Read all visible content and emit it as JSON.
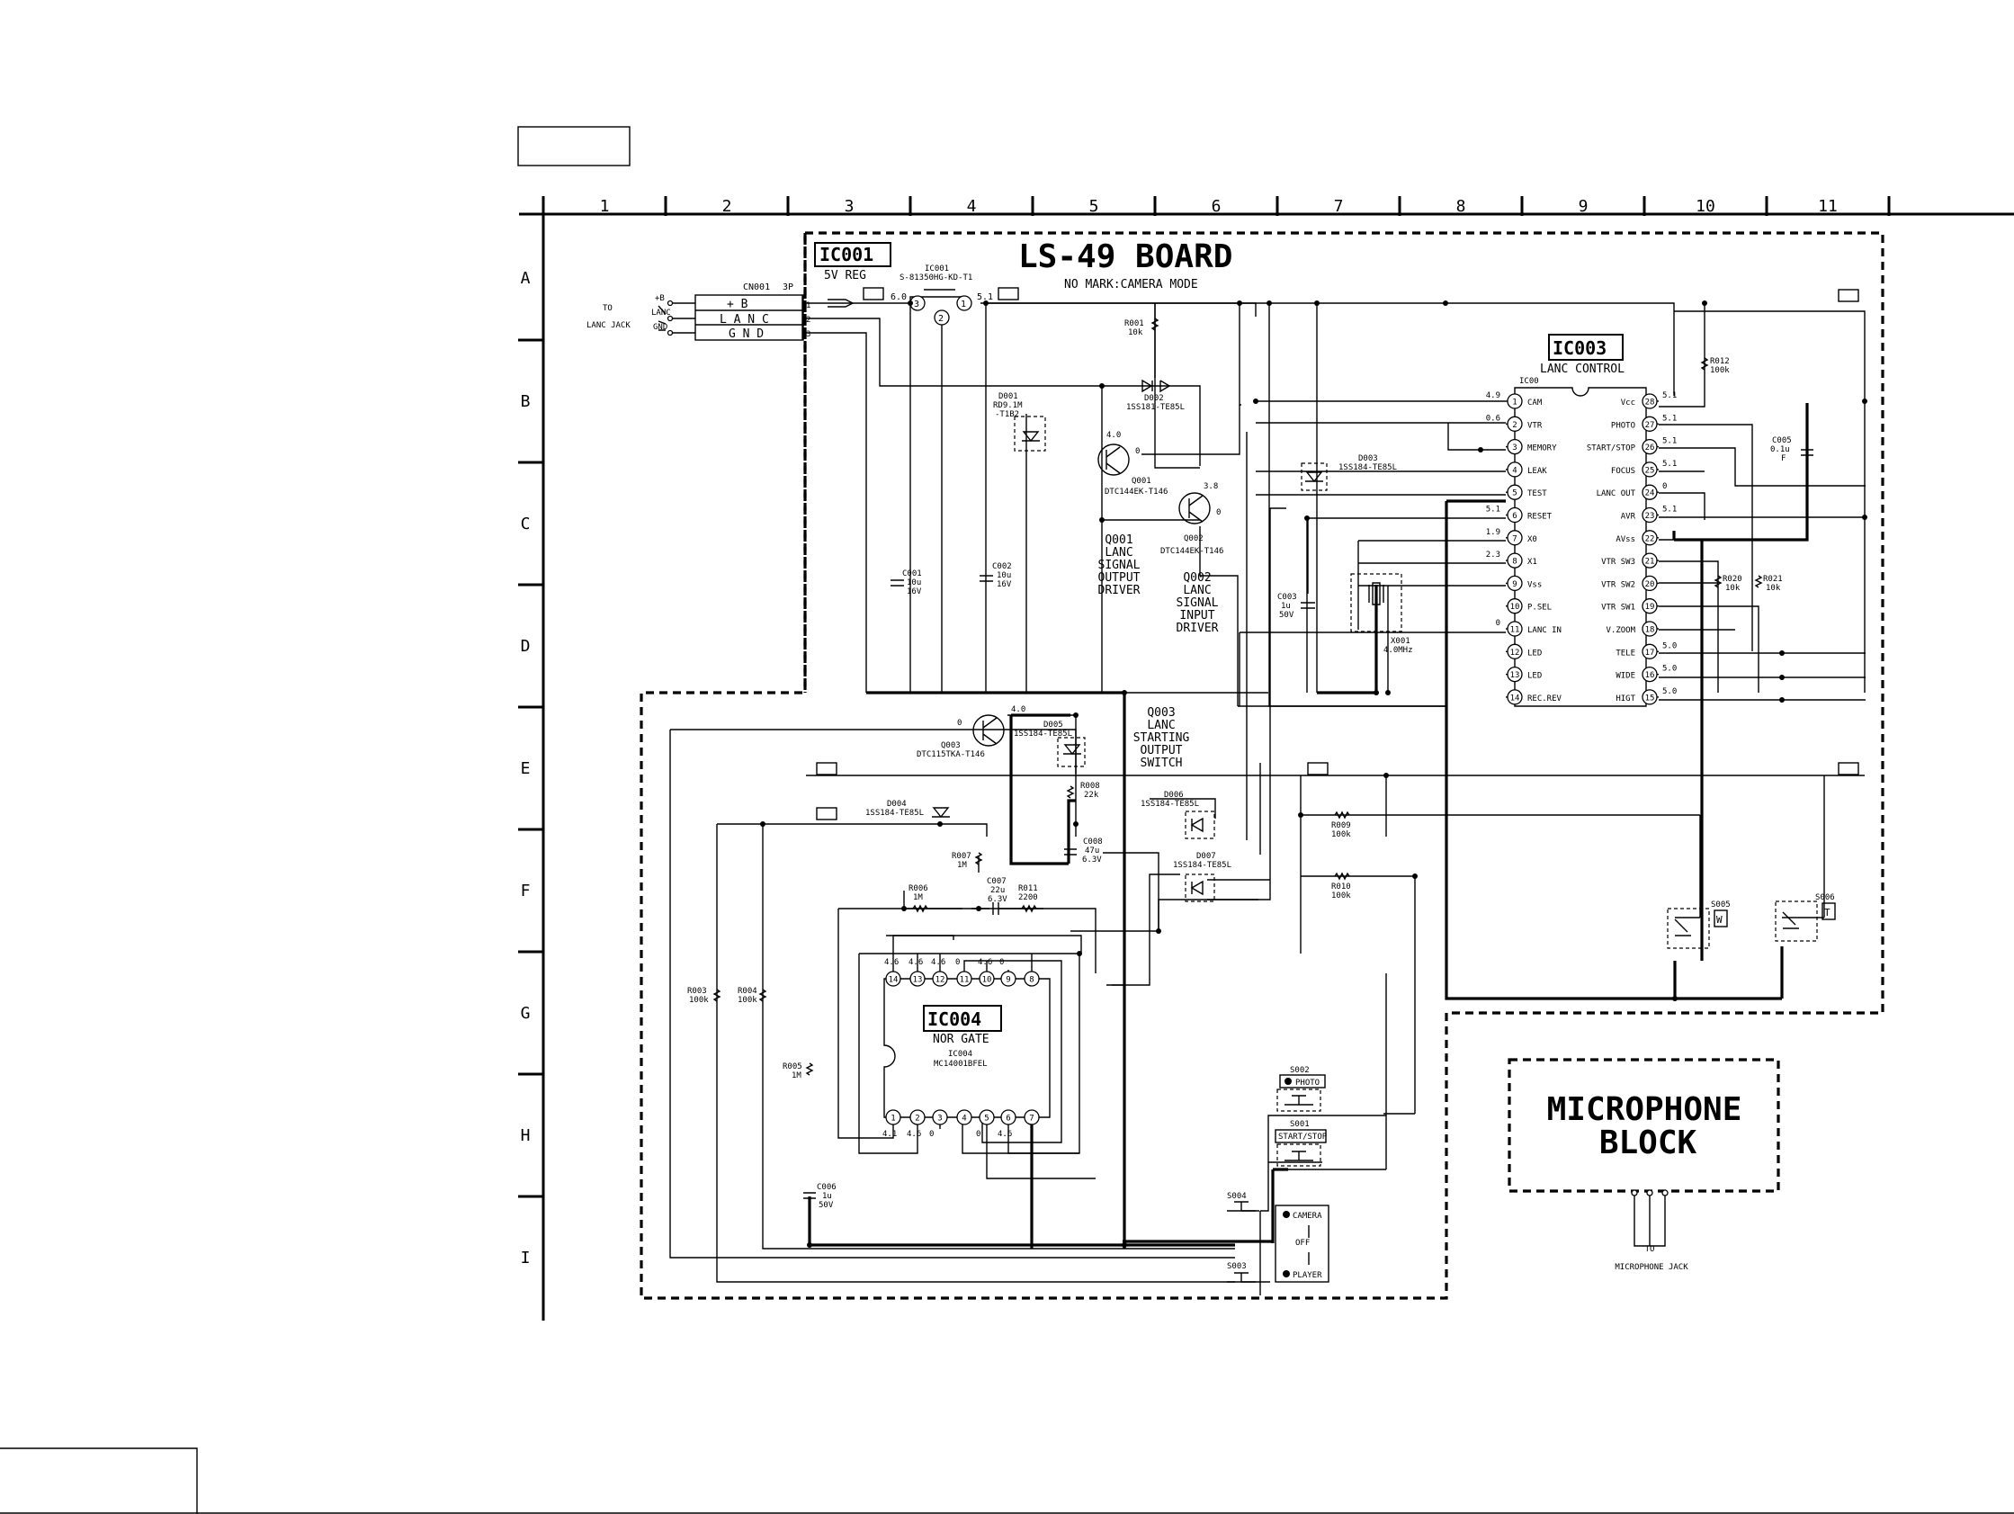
{
  "grid": {
    "columns": [
      "1",
      "2",
      "3",
      "4",
      "5",
      "6",
      "7",
      "8",
      "9",
      "10",
      "11"
    ],
    "rows": [
      "A",
      "B",
      "C",
      "D",
      "E",
      "F",
      "G",
      "H",
      "I"
    ]
  },
  "board": {
    "title": "LS-49 BOARD",
    "subtitle": "NO MARK:CAMERA MODE"
  },
  "connector": {
    "ref": "CN001",
    "pins_label": "3P",
    "dest": [
      "TO",
      "LANC JACK"
    ],
    "ext_labels": [
      "+B",
      "LANC",
      "GND"
    ],
    "pin_names": [
      "+ B",
      "L A N C",
      "G N D"
    ],
    "pin_nums": [
      "1",
      "2",
      "3"
    ]
  },
  "ic001": {
    "tag": "IC001",
    "func": "5V REG",
    "ref": "IC001",
    "part": "S-81350HG-KD-T1",
    "pins": [
      "3",
      "1",
      "2"
    ],
    "volts": [
      "6.0",
      "5.1"
    ]
  },
  "ic003": {
    "tag": "IC003",
    "func": "LANC CONTROL",
    "ref": "IC00",
    "left_pins": [
      {
        "n": "1",
        "name": "CAM",
        "v": "4.9"
      },
      {
        "n": "2",
        "name": "VTR",
        "v": "0.6"
      },
      {
        "n": "3",
        "name": "MEMORY",
        "v": ""
      },
      {
        "n": "4",
        "name": "LEAK",
        "v": ""
      },
      {
        "n": "5",
        "name": "TEST",
        "v": ""
      },
      {
        "n": "6",
        "name": "RESET",
        "v": "5.1"
      },
      {
        "n": "7",
        "name": "X0",
        "v": "1.9"
      },
      {
        "n": "8",
        "name": "X1",
        "v": "2.3"
      },
      {
        "n": "9",
        "name": "Vss",
        "v": ""
      },
      {
        "n": "10",
        "name": "P.SEL",
        "v": ""
      },
      {
        "n": "11",
        "name": "LANC IN",
        "v": "0"
      },
      {
        "n": "12",
        "name": "LED",
        "v": ""
      },
      {
        "n": "13",
        "name": "LED",
        "v": ""
      },
      {
        "n": "14",
        "name": "REC.REV",
        "v": ""
      }
    ],
    "right_pins": [
      {
        "n": "28",
        "name": "Vcc",
        "v": "5.1"
      },
      {
        "n": "27",
        "name": "PHOTO",
        "v": "5.1"
      },
      {
        "n": "26",
        "name": "START/STOP",
        "v": "5.1"
      },
      {
        "n": "25",
        "name": "FOCUS",
        "v": "5.1"
      },
      {
        "n": "24",
        "name": "LANC OUT",
        "v": "0"
      },
      {
        "n": "23",
        "name": "AVR",
        "v": "5.1"
      },
      {
        "n": "22",
        "name": "AVss",
        "v": ""
      },
      {
        "n": "21",
        "name": "VTR SW3",
        "v": ""
      },
      {
        "n": "20",
        "name": "VTR SW2",
        "v": ""
      },
      {
        "n": "19",
        "name": "VTR SW1",
        "v": ""
      },
      {
        "n": "18",
        "name": "V.ZOOM",
        "v": ""
      },
      {
        "n": "17",
        "name": "TELE",
        "v": "5.0"
      },
      {
        "n": "16",
        "name": "WIDE",
        "v": "5.0"
      },
      {
        "n": "15",
        "name": "HIGT",
        "v": "5.0"
      }
    ]
  },
  "ic004": {
    "tag": "IC004",
    "func": "NOR GATE",
    "ref": "IC004",
    "part": "MC14001BFEL",
    "top_pins": [
      "14",
      "13",
      "12",
      "11",
      "10",
      "9",
      "8"
    ],
    "top_volts": [
      "4.6",
      "4.6",
      "4.6",
      "0",
      "4.6",
      "0",
      ""
    ],
    "bot_pins": [
      "1",
      "2",
      "3",
      "4",
      "5",
      "6",
      "7"
    ],
    "bot_volts": [
      "4.1",
      "4.6",
      "0",
      "",
      "0",
      "4.6",
      ""
    ]
  },
  "components": {
    "r001": [
      "R001",
      "10k"
    ],
    "r012": [
      "R012",
      "100k"
    ],
    "r020": [
      "R020",
      "10k"
    ],
    "r021": [
      "R021",
      "10k"
    ],
    "r008": [
      "R008",
      "22k"
    ],
    "r007": [
      "R007",
      "1M"
    ],
    "r006": [
      "R006",
      "1M"
    ],
    "r011": [
      "R011",
      "2200"
    ],
    "r009": [
      "R009",
      "100k"
    ],
    "r010": [
      "R010",
      "100k"
    ],
    "r003": [
      "R003",
      "100k"
    ],
    "r004": [
      "R004",
      "100k"
    ],
    "r005": [
      "R005",
      "1M"
    ],
    "c001": [
      "C001",
      "10u",
      "16V"
    ],
    "c002": [
      "C002",
      "10u",
      "16V"
    ],
    "c003": [
      "C003",
      "1u",
      "50V"
    ],
    "c005": [
      "C005",
      "0.1u",
      "F"
    ],
    "c006": [
      "C006",
      "1u",
      "50V"
    ],
    "c007": [
      "C007",
      "22u",
      "6.3V"
    ],
    "c008": [
      "C008",
      "47u",
      "6.3V"
    ],
    "d001": [
      "D001",
      "RD9.1M",
      "-T1B2"
    ],
    "d002": [
      "D002",
      "1SS181-TE85L"
    ],
    "d003": [
      "D003",
      "1SS184-TE85L"
    ],
    "d004": [
      "D004",
      "1SS184-TE85L"
    ],
    "d005": [
      "D005",
      "1SS184-TE85L"
    ],
    "d006": [
      "D006",
      "1SS184-TE85L"
    ],
    "d007": [
      "D007",
      "1SS184-TE85L"
    ],
    "x001": [
      "X001",
      "4.0MHz"
    ],
    "q001": [
      "Q001",
      "DTC144EK-T146",
      "4.0",
      "0"
    ],
    "q002": [
      "Q002",
      "DTC144EK-T146",
      "3.8",
      "0"
    ],
    "q003": [
      "Q003",
      "DTC115TKA-T146",
      "4.0",
      "0"
    ]
  },
  "notes": {
    "q001": [
      "Q001",
      "LANC",
      "SIGNAL",
      "OUTPUT",
      "DRIVER"
    ],
    "q002": [
      "Q002",
      "LANC",
      "SIGNAL",
      "INPUT",
      "DRIVER"
    ],
    "q003": [
      "Q003",
      "LANC",
      "STARTING",
      "OUTPUT",
      "SWITCH"
    ]
  },
  "switches": {
    "s001": [
      "S001",
      "START/STOP"
    ],
    "s002": [
      "S002",
      "PHOTO"
    ],
    "s003": "S003",
    "s004": "S004",
    "s005": [
      "S005",
      "W"
    ],
    "s006": [
      "S006",
      "T"
    ],
    "mode": [
      "CAMERA",
      "OFF",
      "PLAYER"
    ]
  },
  "mic": {
    "title_line1": "MICROPHONE",
    "title_line2": "BLOCK",
    "dest_line1": "TO",
    "dest_line2": "MICROPHONE JACK"
  }
}
